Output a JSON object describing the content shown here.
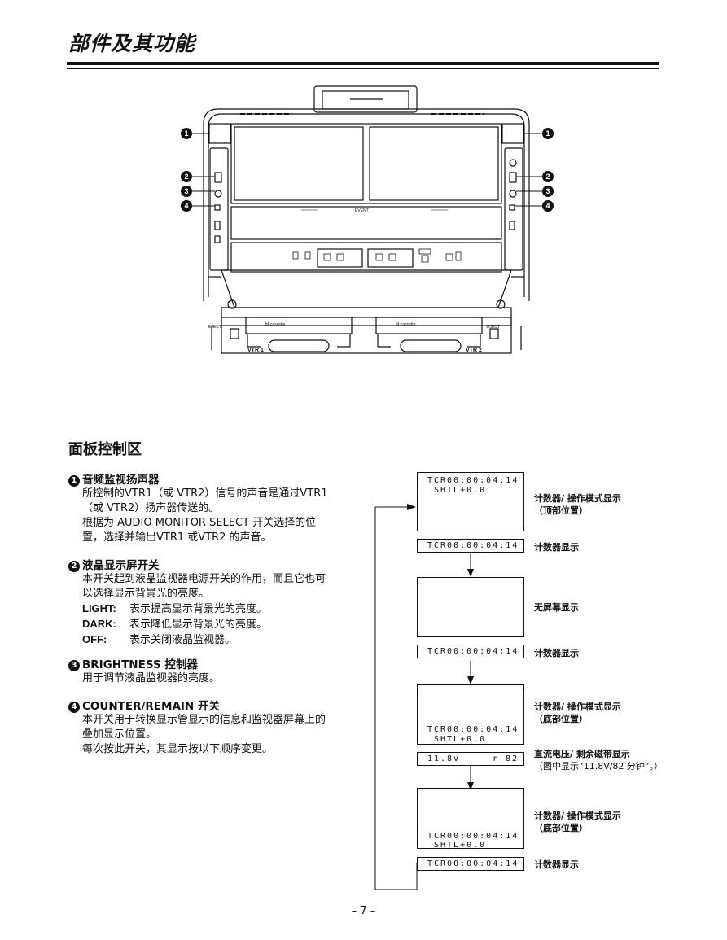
{
  "page": {
    "title": "部件及其功能",
    "section": "面板控制区",
    "page_number": "– 7 –"
  },
  "figure": {
    "markers": [
      "1",
      "2",
      "3",
      "4"
    ],
    "vtr1": "VTR 1",
    "vtr2": "VTR 2",
    "eject": "EJECT",
    "cassette": "M-cassette"
  },
  "items": [
    {
      "num": "1",
      "title": "音频监视扬声器",
      "lines": [
        "所控制的VTR1（或 VTR2）信号的声音是通过VTR1",
        "（或 VTR2）扬声器传送的。",
        "根据为 AUDIO MONITOR SELECT 开关选择的位",
        "置，选择并输出VTR1 或VTR2 的声音。"
      ]
    },
    {
      "num": "2",
      "title": "液晶显示屏开关",
      "lines": [
        "本开关起到液晶监视器电源开关的作用，而且它也可",
        "以选择显示背景光的亮度。"
      ],
      "defs": [
        {
          "term": "LIGHT:",
          "desc": "表示提高显示背景光的亮度。"
        },
        {
          "term": "DARK:",
          "desc": "表示降低显示背景光的亮度。"
        },
        {
          "term": "OFF:",
          "desc": "表示关闭液晶监视器。"
        }
      ]
    },
    {
      "num": "3",
      "title": "BRIGHTNESS 控制器",
      "lines": [
        "用于调节液晶监视器的亮度。"
      ]
    },
    {
      "num": "4",
      "title": "COUNTER/REMAIN 开关",
      "lines": [
        "本开关用于转换显示管显示的信息和监视器屏幕上的",
        "叠加显示位置。",
        "每次按此开关，其显示按以下顺序变更。"
      ]
    }
  ],
  "flow": {
    "tcr": "TCR00:00:04:14",
    "shtl": "SHTL+0.0",
    "voltage": "11.8v",
    "remain": "r 82",
    "labels": {
      "counter_top_1": "计数器/ 操作模式显示",
      "counter_top_2": "（顶部位置）",
      "counter": "计数器显示",
      "no_screen": "无屏幕显示",
      "counter_bottom_1": "计数器/ 操作模式显示",
      "counter_bottom_2": "（底部位置）",
      "dc_1": "直流电压/ 剩余磁带显示",
      "dc_2": "（图中显示“11.8V/82 分钟”。）"
    }
  }
}
